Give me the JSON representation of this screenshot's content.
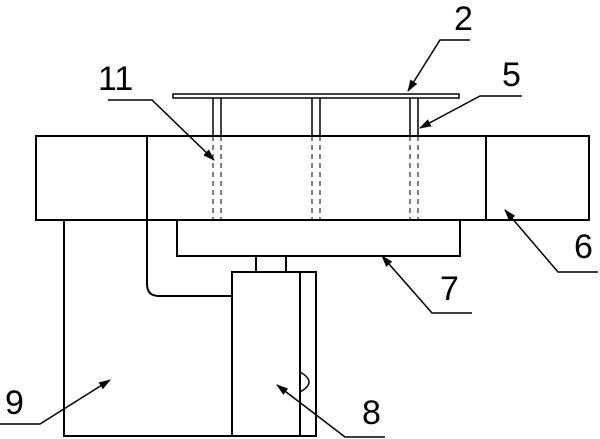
{
  "labels": {
    "part_2": "2",
    "part_5": "5",
    "part_6": "6",
    "part_7": "7",
    "part_8": "8",
    "part_9": "9",
    "part_11": "11"
  },
  "colors": {
    "line": "#000000",
    "background": "#ffffff"
  }
}
